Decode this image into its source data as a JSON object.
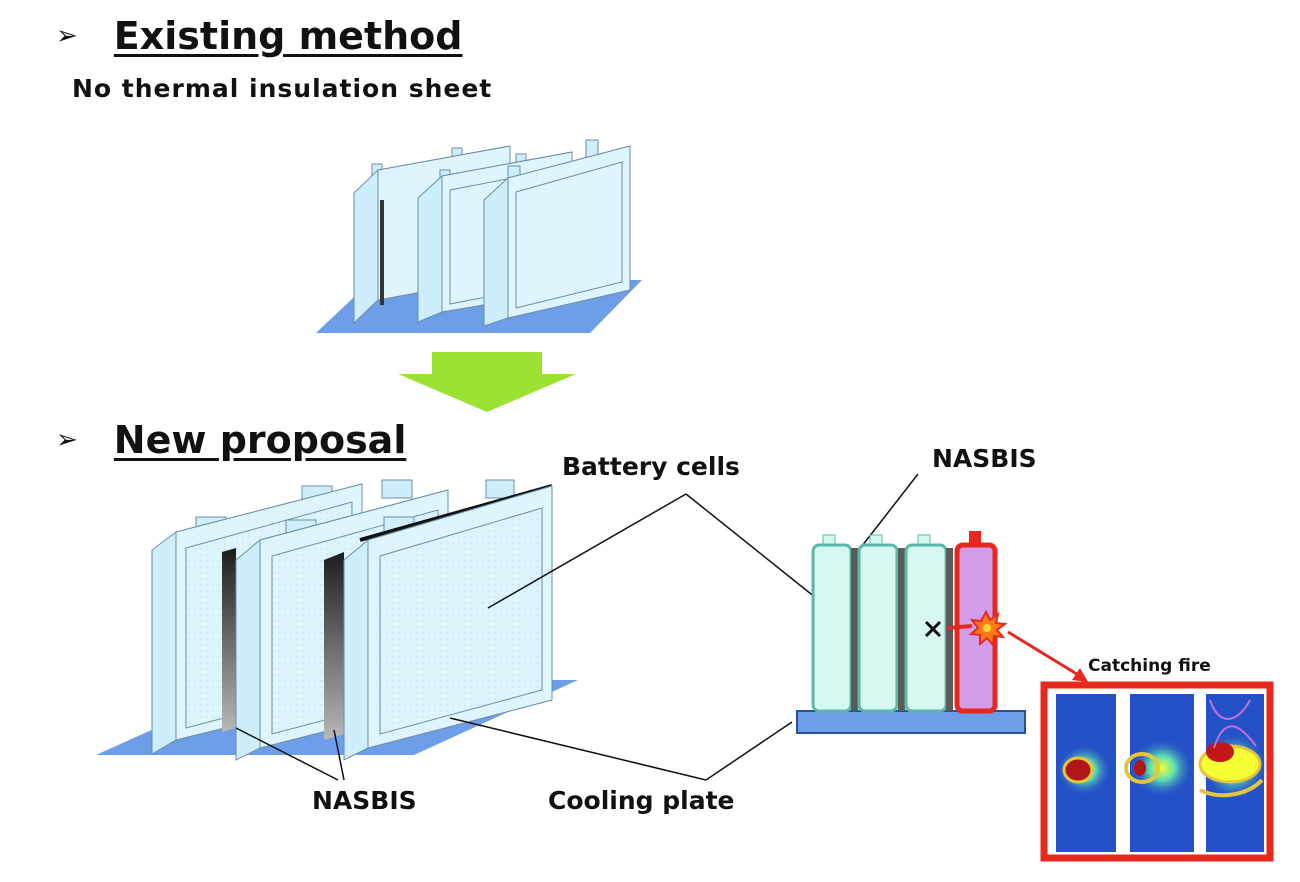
{
  "sections": {
    "existing": {
      "marker": "➢",
      "title": "Existing method",
      "subtitle": "No thermal insulation sheet"
    },
    "proposal": {
      "marker": "➢",
      "title": "New proposal"
    }
  },
  "labels": {
    "battery_cells": "Battery cells",
    "nasbis_top": "NASBIS",
    "nasbis_bottom": "NASBIS",
    "cooling_plate": "Cooling plate",
    "catching_fire": "Catching fire"
  },
  "colors": {
    "cell_fill": "#cfeefb",
    "cell_stroke": "#6a8fa8",
    "plate": "#6f9ee8",
    "arrow": "#9be233",
    "side_cell": "#d6f7f2",
    "hot_cell": "#d39ce8",
    "alert_red": "#e8281c",
    "sim_blue": "#2450c8"
  }
}
